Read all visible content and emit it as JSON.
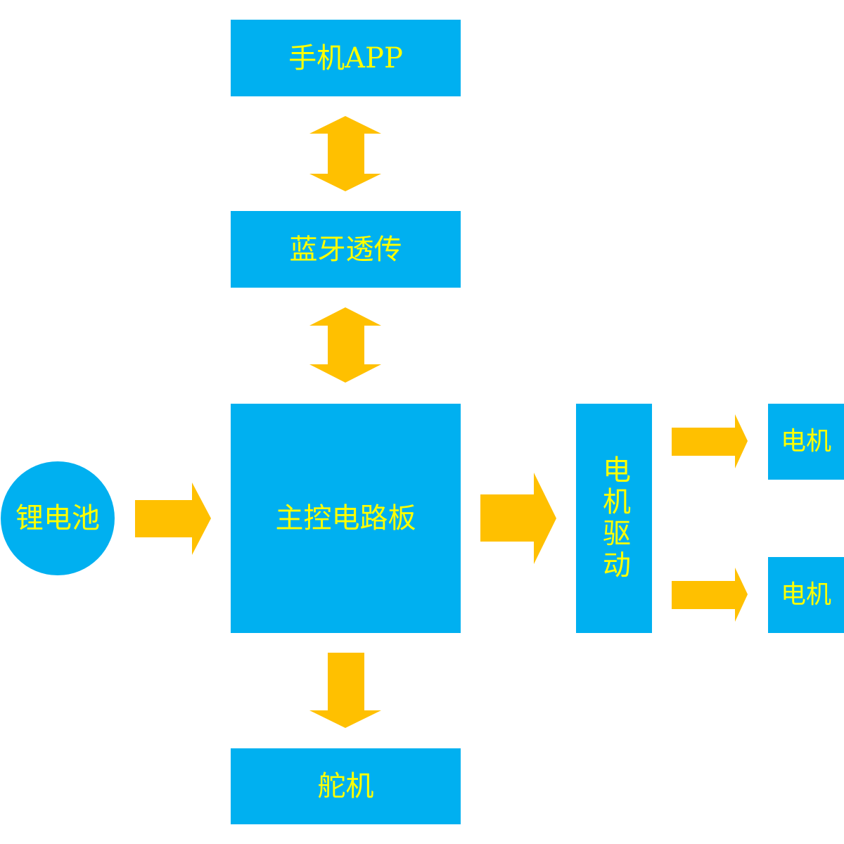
{
  "nodes": {
    "phone_app": "手机APP",
    "bluetooth": "蓝牙透传",
    "main_board": "主控电路板",
    "servo": "舵机",
    "battery": "锂电池",
    "motor_driver": "电机驱动",
    "motor_1": "电机",
    "motor_2": "电机"
  },
  "colors": {
    "node_fill": "#00B0F0",
    "label": "#FFFF00",
    "arrow": "#FFC000"
  }
}
